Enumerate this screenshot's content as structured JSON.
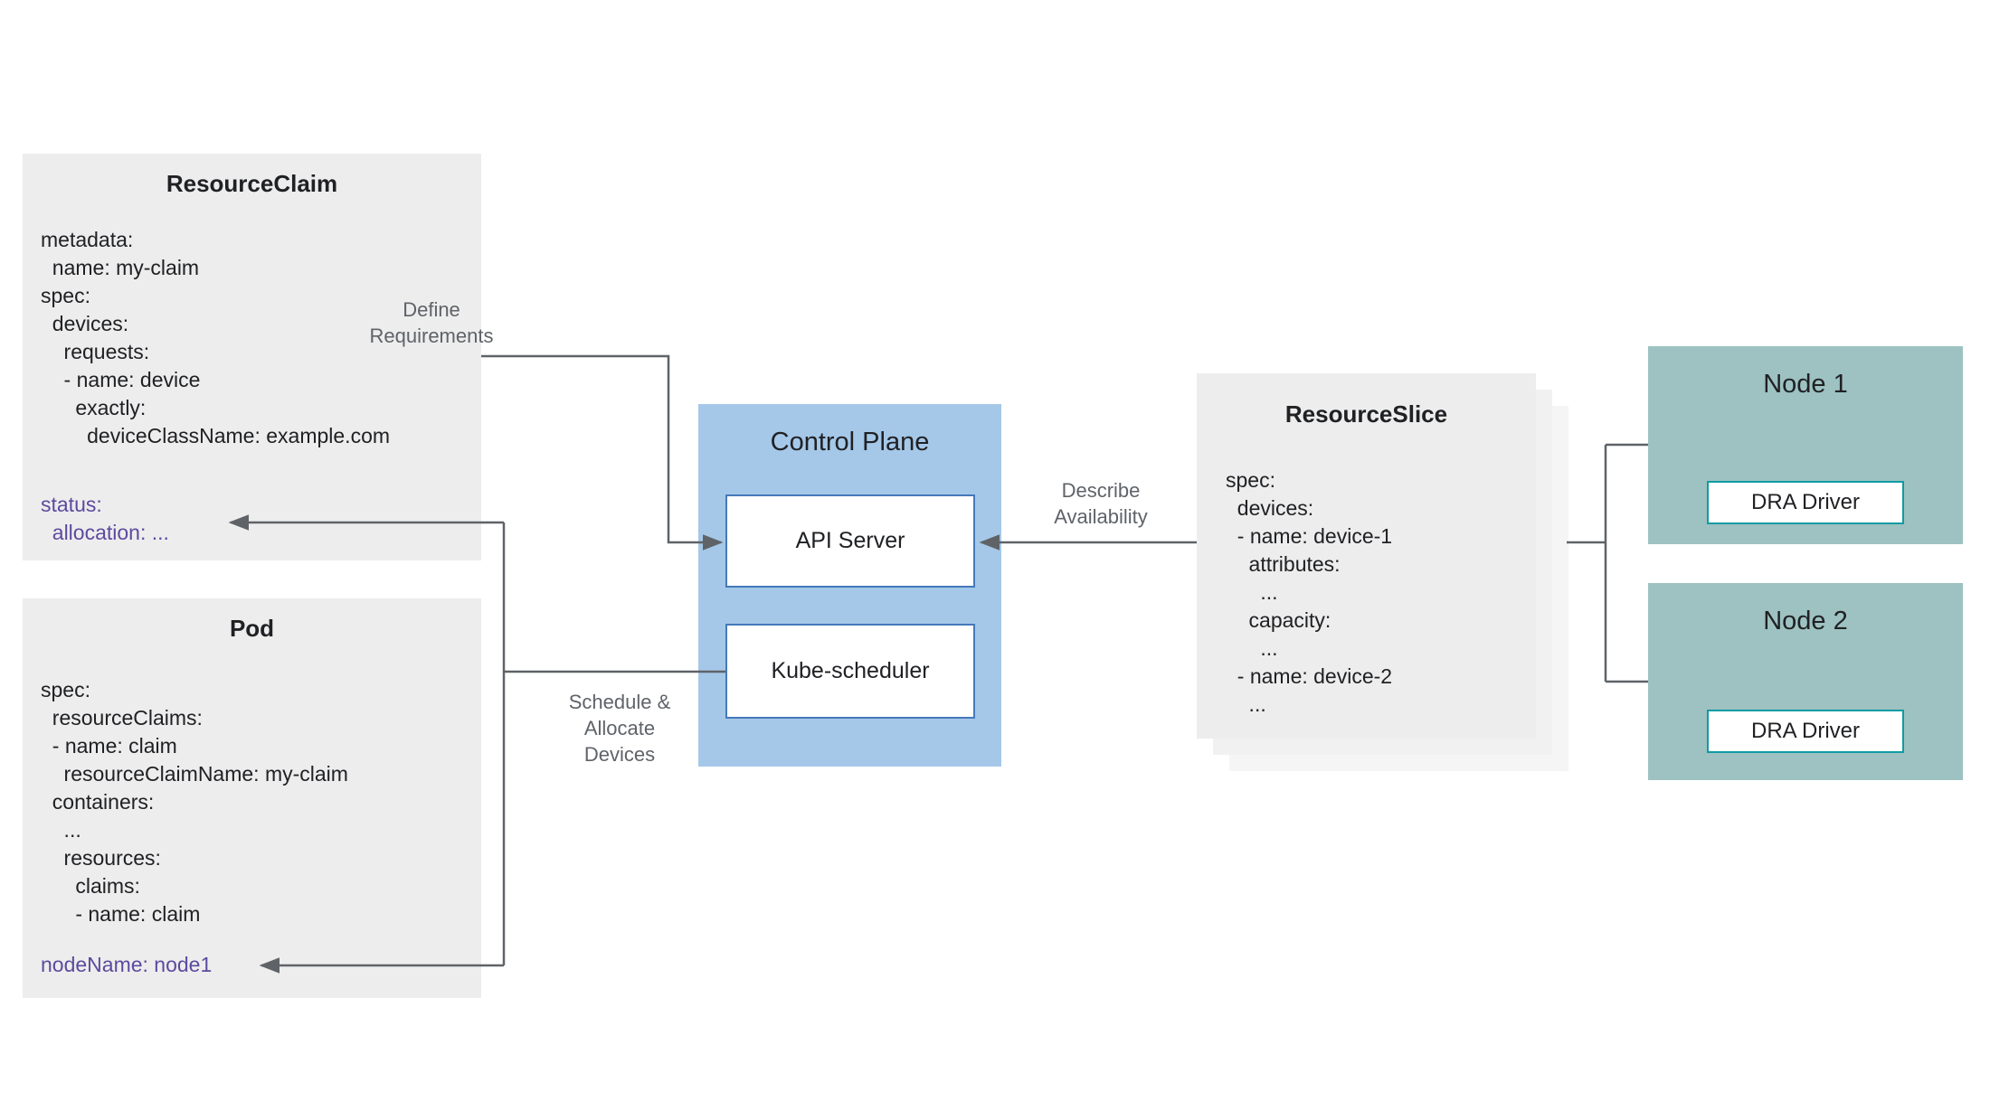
{
  "resource_claim": {
    "title": "ResourceClaim",
    "yaml": "metadata:\n  name: my-claim\nspec:\n  devices:\n    requests:\n    - name: device\n      exactly:\n        deviceClassName: example.com",
    "status_yaml": "status:\n  allocation: ..."
  },
  "pod": {
    "title": "Pod",
    "yaml": "spec:\n  resourceClaims:\n  - name: claim\n    resourceClaimName: my-claim\n  containers:\n    ...\n    resources:\n      claims:\n      - name: claim",
    "status_yaml": "nodeName: node1"
  },
  "control_plane": {
    "title": "Control Plane",
    "api_server_label": "API Server",
    "kube_scheduler_label": "Kube-scheduler"
  },
  "resource_slice": {
    "title": "ResourceSlice",
    "yaml": "spec:\n  devices:\n  - name: device-1\n    attributes:\n      ...\n    capacity:\n      ...\n  - name: device-2\n    ..."
  },
  "node1": {
    "title": "Node 1",
    "driver_label": "DRA Driver"
  },
  "node2": {
    "title": "Node 2",
    "driver_label": "DRA Driver"
  },
  "edges": {
    "define_requirements": "Define\nRequirements",
    "schedule_allocate": "Schedule &\nAllocate\nDevices",
    "describe_availability": "Describe\nAvailability"
  },
  "colors": {
    "card": "#ededed",
    "shadow1": "#f1f1f1",
    "shadow2": "#f5f5f5",
    "blue": "#a5c8e9",
    "blue-border": "#4579ba",
    "teal": "#9dc2c1",
    "teal-border": "#0f9ba3",
    "ink": "#202124",
    "muted": "#5f6368",
    "line": "#5f6368",
    "purple": "#5d4a9e"
  }
}
